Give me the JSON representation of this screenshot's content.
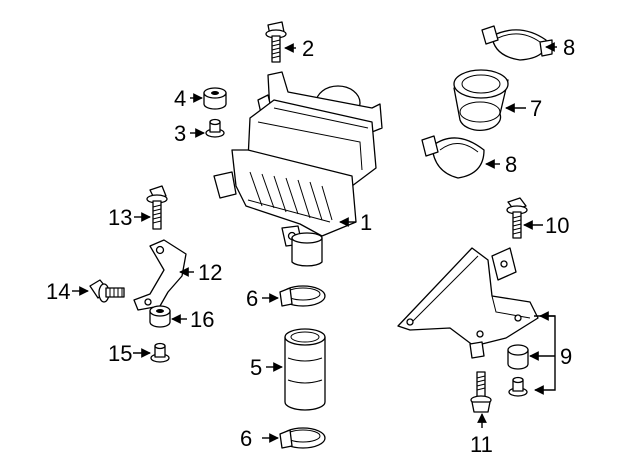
{
  "labels": {
    "c1": "1",
    "c2": "2",
    "c3": "3",
    "c4": "4",
    "c5": "5",
    "c6a": "6",
    "c6b": "6",
    "c7": "7",
    "c8a": "8",
    "c8b": "8",
    "c9": "9",
    "c10": "10",
    "c11": "11",
    "c12": "12",
    "c13": "13",
    "c14": "14",
    "c15": "15",
    "c16": "16"
  },
  "parts": [
    {
      "callout": "1",
      "name": "air-cleaner-assembly"
    },
    {
      "callout": "2",
      "name": "bolt"
    },
    {
      "callout": "3",
      "name": "grommet"
    },
    {
      "callout": "4",
      "name": "insulator"
    },
    {
      "callout": "5",
      "name": "outlet-duct"
    },
    {
      "callout": "6",
      "name": "hose-clamp"
    },
    {
      "callout": "7",
      "name": "inlet-hose"
    },
    {
      "callout": "8",
      "name": "hose-clamp"
    },
    {
      "callout": "9",
      "name": "bracket-set"
    },
    {
      "callout": "10",
      "name": "bolt"
    },
    {
      "callout": "11",
      "name": "bolt"
    },
    {
      "callout": "12",
      "name": "bracket"
    },
    {
      "callout": "13",
      "name": "bolt"
    },
    {
      "callout": "14",
      "name": "bolt"
    },
    {
      "callout": "15",
      "name": "grommet"
    },
    {
      "callout": "16",
      "name": "insulator"
    }
  ]
}
